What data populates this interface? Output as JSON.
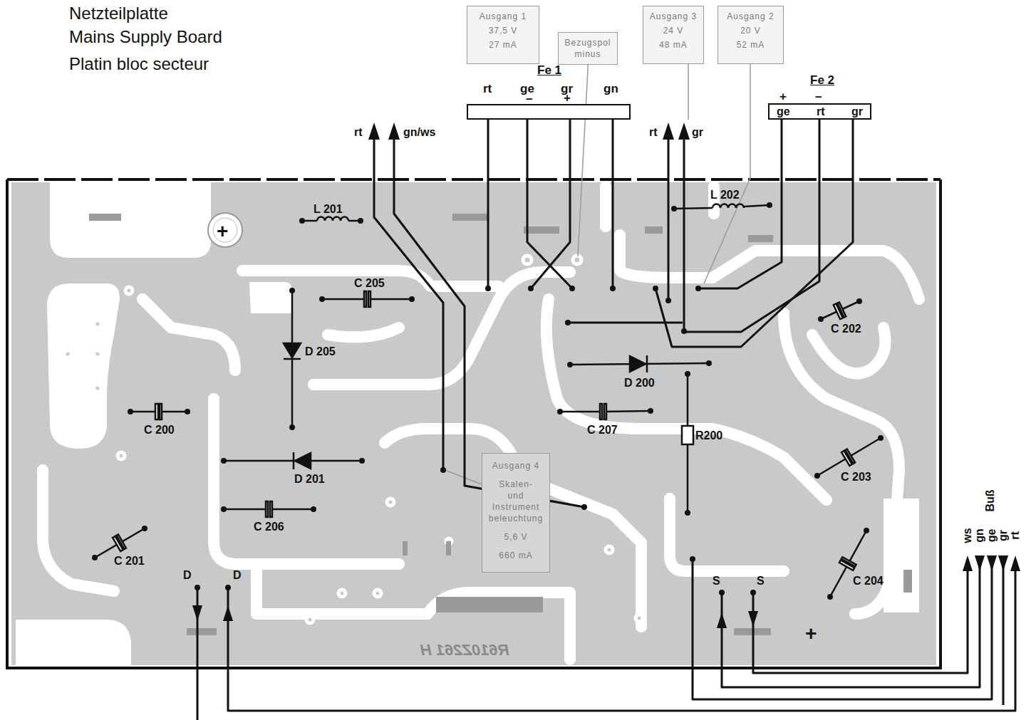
{
  "diagram": {
    "title": "Netzteilplatte",
    "nodes": [
      {
        "text": [
          "Ausgang 1",
          "37,5 V",
          "27 mA"
        ]
      },
      {
        "text": [
          "Bezugspol minus"
        ]
      },
      {
        "text": [
          "Ausgang 3",
          "24 V",
          "48 mA"
        ]
      },
      {
        "text": [
          "Ausgang 2",
          "20 V",
          "52 mA"
        ]
      },
      {
        "text": [
          "Fe 1"
        ]
      },
      {
        "text": [
          "Fe 2",
          "ge",
          "rt",
          "gr"
        ]
      },
      {
        "text": [
          "Ausgang 4",
          "Skalen- und Instrument beleuchtung",
          "5,6 V",
          "660 mA"
        ]
      }
    ],
    "labels": [
      "Mains Supply Board",
      "Platin bloc secteur",
      "rt",
      "gn/ws",
      "rt",
      "gr",
      "L 201",
      "C 205",
      "D 205",
      "C 200",
      "D 201",
      "C 206",
      "C 201",
      "D",
      "D",
      "L 202",
      "C 202",
      "D 200",
      "C 207",
      "R200",
      "C 203",
      "C 204",
      "S",
      "S",
      "Buß",
      "ws",
      "gn",
      "ge",
      "gr",
      "rt",
      "R610Z261 H",
      "+",
      "+",
      "rt",
      "ge",
      "–",
      "gr",
      "+",
      "gn",
      "+",
      "–"
    ]
  }
}
